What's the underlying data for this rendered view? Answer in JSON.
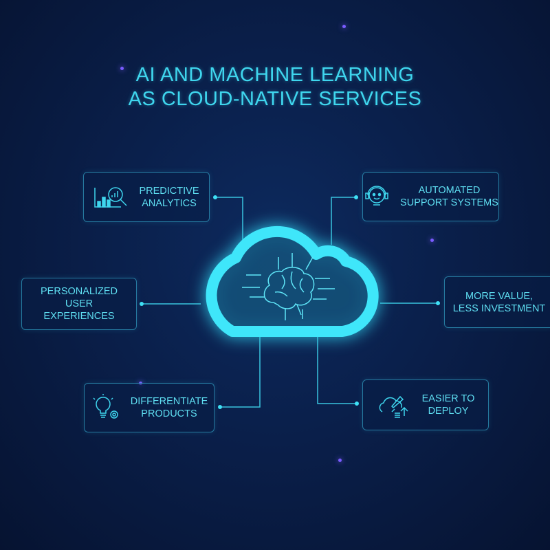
{
  "title": {
    "line1": "AI AND MACHINE LEARNING",
    "line2": "AS CLOUD-NATIVE SERVICES"
  },
  "center": {
    "icon": "brain-circuit-icon",
    "container": "cloud-icon"
  },
  "features": {
    "predictive": {
      "line1": "PREDICTIVE",
      "line2": "ANALYTICS",
      "icon": "chart-magnifier-icon"
    },
    "support": {
      "line1": "AUTOMATED",
      "line2": "SUPPORT SYSTEMS",
      "icon": "robot-headset-icon"
    },
    "personalized": {
      "line1": "PERSONALIZED",
      "line2": "USER",
      "line3": "EXPERIENCES"
    },
    "value": {
      "line1": "MORE VALUE,",
      "line2": "LESS INVESTMENT"
    },
    "differentiate": {
      "line1": "DIFFERENTIATE",
      "line2": "PRODUCTS",
      "icon": "lightbulb-gear-icon"
    },
    "deploy": {
      "line1": "EASIER TO",
      "line2": "DEPLOY",
      "icon": "cloud-rocket-icon"
    }
  },
  "colors": {
    "accent": "#3fd6ee",
    "background": "#0a1f4a"
  }
}
